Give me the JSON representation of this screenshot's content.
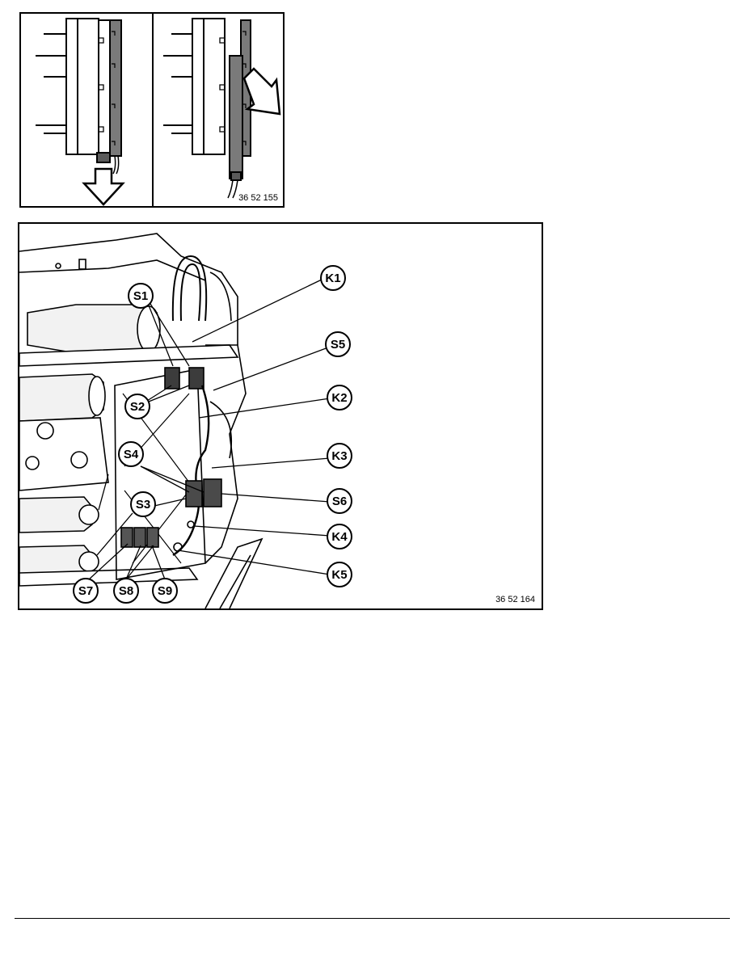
{
  "figure_top": {
    "ref_number": "36 52 155"
  },
  "figure_main": {
    "ref_number": "36 52 164",
    "callouts": [
      "K1",
      "S1",
      "S5",
      "K2",
      "S2",
      "K3",
      "S4",
      "S6",
      "S3",
      "K4",
      "K5",
      "S7",
      "S8",
      "S9"
    ]
  }
}
